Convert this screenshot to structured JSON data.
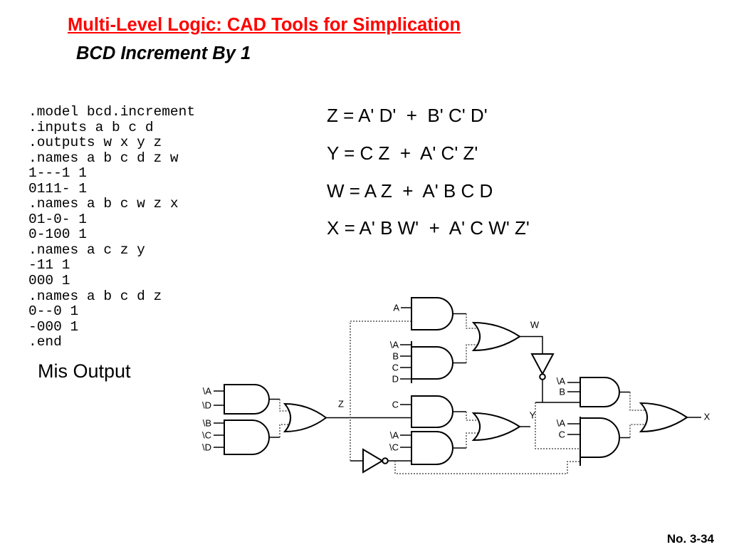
{
  "slide": {
    "title": "Multi-Level Logic: CAD Tools for Simplication",
    "subtitle": "BCD Increment By 1",
    "page_number": "No. 3-34"
  },
  "colors": {
    "title": "#ff0000",
    "text": "#000000"
  },
  "blif": {
    "lines": [
      ".model bcd.increment",
      ".inputs a b c d",
      ".outputs w x y z",
      ".names a b c d z w",
      "1---1 1",
      "0111- 1",
      ".names a b c w z x",
      "01-0- 1",
      "0-100 1",
      ".names a c z y",
      "-11 1",
      "000 1",
      ".names a b c d z",
      "0--0 1",
      "-000 1",
      ".end"
    ],
    "caption": "Mis Output"
  },
  "equations": [
    "Z = A' D'  +  B' C' D'",
    "Y = C Z  +  A' C' Z'",
    "W = A Z  +  A' B C D",
    "X = A' B W'  +  A' C W' Z'"
  ],
  "circuit": {
    "outputs": {
      "w": "W",
      "z": "Z",
      "y": "Y",
      "x": "X"
    },
    "inputs": {
      "w_and_1": [
        "A"
      ],
      "w_and_2": [
        "\\A",
        "B",
        "C",
        "D"
      ],
      "y_and_1": [
        "C"
      ],
      "y_and_2": [
        "\\A",
        "\\C"
      ],
      "z_and_1": [
        "\\A",
        "\\D"
      ],
      "z_and_2": [
        "\\B",
        "\\C",
        "\\D"
      ],
      "x_and_1": [
        "\\A",
        "B"
      ],
      "x_and_2": [
        "\\A",
        "C"
      ]
    }
  }
}
